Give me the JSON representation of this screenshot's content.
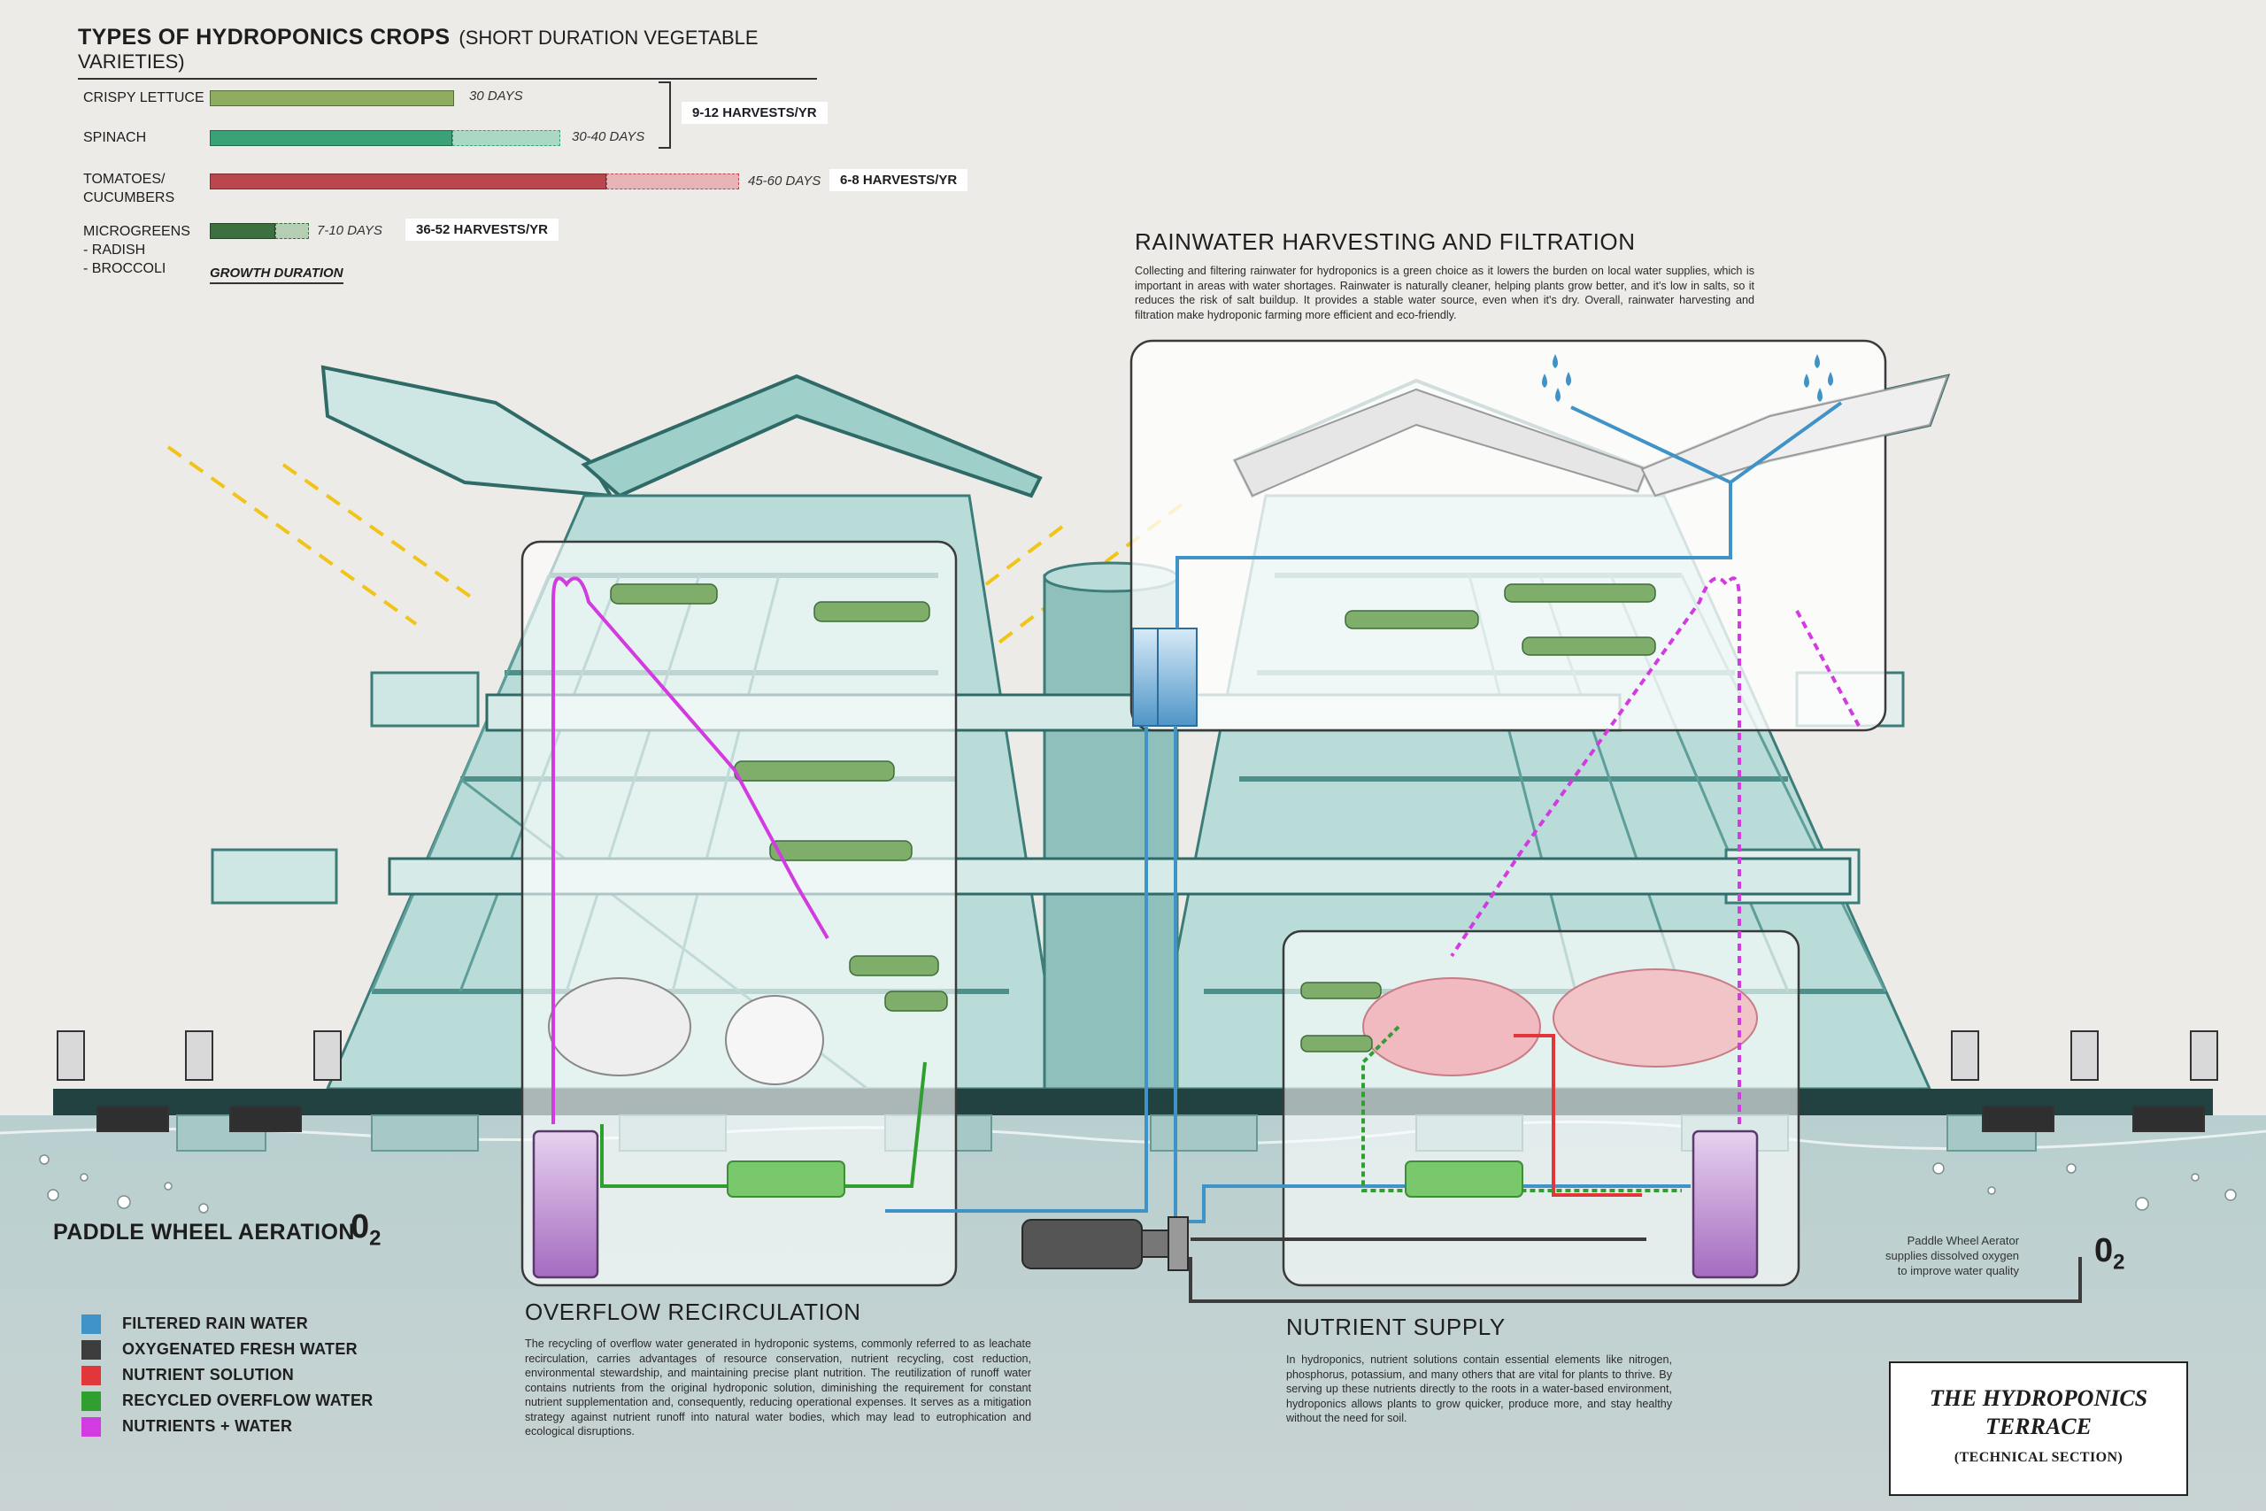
{
  "crops_panel": {
    "title": "TYPES OF HYDROPONICS CROPS",
    "subtitle": "(SHORT DURATION VEGETABLE VARIETIES)",
    "crops": [
      {
        "label": "CRISPY LETTUCE",
        "days": "30 DAYS",
        "color": "#8ead60"
      },
      {
        "label": "SPINACH",
        "days": "30-40 DAYS",
        "color": "#3aa277"
      },
      {
        "label": "TOMATOES/\nCUCUMBERS",
        "days": "45-60 DAYS",
        "color": "#b9474d"
      },
      {
        "label": "MICROGREENS\n- RADISH\n- BROCCOLI",
        "days": "7-10 DAYS",
        "color": "#3c7040"
      }
    ],
    "harvest_badges": [
      "9-12 HARVESTS/YR",
      "6-8 HARVESTS/YR",
      "36-52 HARVESTS/YR"
    ],
    "axis_label": "GROWTH DURATION"
  },
  "rainwater": {
    "title": "RAINWATER HARVESTING AND FILTRATION",
    "text": "Collecting and filtering rainwater for hydroponics is a green choice as it lowers the burden on local water supplies, which is important in areas with water shortages. Rainwater is naturally cleaner, helping plants grow better, and it's low in salts, so it reduces the risk of salt buildup. It provides a stable water source, even when it's dry.  Overall, rainwater harvesting and filtration make hydroponic farming more efficient and eco-friendly."
  },
  "overflow": {
    "title": "OVERFLOW  RECIRCULATION",
    "text": "The recycling of overflow water generated in hydroponic systems, commonly referred to as leachate recirculation, carries advantages of resource conservation, nutrient recycling, cost reduction, environmental stewardship, and maintaining precise plant nutrition.  The reutilization of runoff water contains nutrients from the original hydroponic solution, diminishing the requirement for constant nutrient supplementation and, consequently, reducing operational expenses. It serves as a mitigation strategy against nutrient runoff into natural water bodies, which may lead to eutrophication and ecological disruptions."
  },
  "nutrient": {
    "title": "NUTRIENT SUPPLY",
    "text": "In hydroponics, nutrient solutions contain essential elements like nitrogen, phosphorus, potassium, and many others that are vital for plants to thrive. By serving up these nutrients directly to the roots in a water-based environment, hydroponics allows plants to grow quicker, produce more, and stay healthy without the need for soil."
  },
  "paddle": {
    "title": "PADDLE WHEEL AERATION",
    "o2_left": "0",
    "o2_left_sub": "2",
    "note": "Paddle Wheel Aerator\nsupplies dissolved oxygen\nto improve water quality",
    "o2_right": "0",
    "o2_right_sub": "2"
  },
  "legend": [
    {
      "label": "FILTERED RAIN WATER",
      "color": "#3f93c6"
    },
    {
      "label": "OXYGENATED FRESH WATER",
      "color": "#3c3c3c"
    },
    {
      "label": "NUTRIENT SOLUTION",
      "color": "#e2373a"
    },
    {
      "label": "RECYCLED OVERFLOW WATER",
      "color": "#2f9f2f"
    },
    {
      "label": "NUTRIENTS + WATER",
      "color": "#d23be0"
    }
  ],
  "titleblock": {
    "line1": "THE HYDROPONICS",
    "line2": "TERRACE",
    "line3": "(TECHNICAL SECTION)"
  }
}
